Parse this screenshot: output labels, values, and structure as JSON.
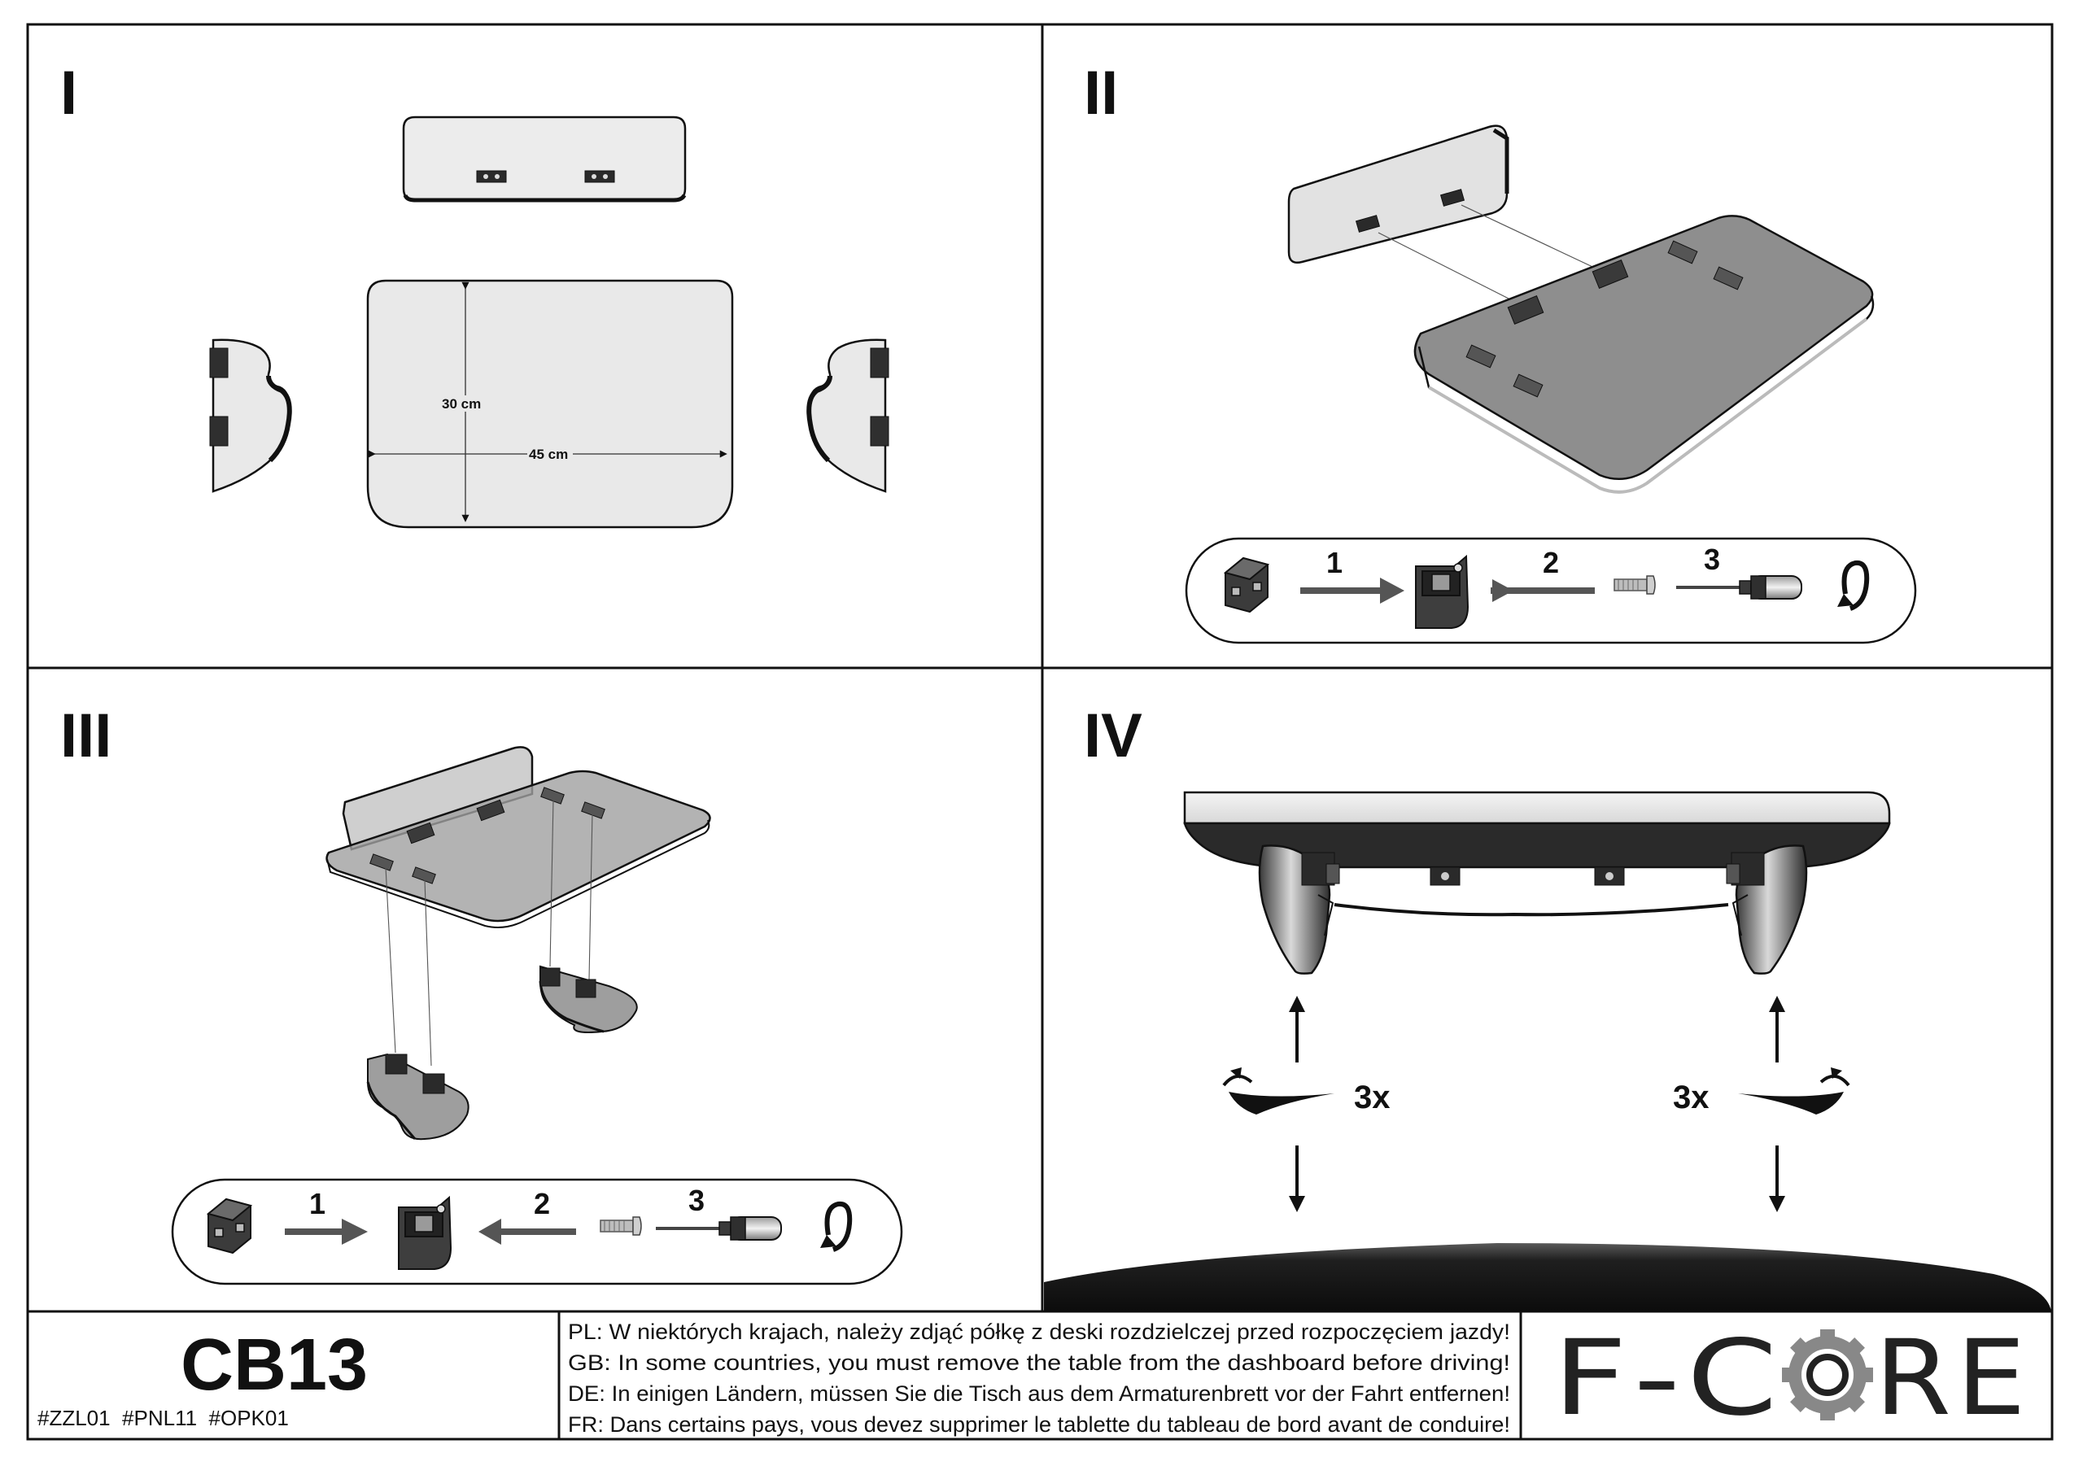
{
  "panels": {
    "p1": {
      "numeral": "I",
      "dimensions": {
        "height": "30 cm",
        "width": "45 cm"
      }
    },
    "p2": {
      "numeral": "II",
      "steps": [
        "1",
        "2",
        "3"
      ]
    },
    "p3": {
      "numeral": "III",
      "steps": [
        "1",
        "2",
        "3"
      ]
    },
    "p4": {
      "numeral": "IV",
      "turns_left": "3x",
      "turns_right": "3x"
    }
  },
  "footer": {
    "model": "CB13",
    "tags": "#ZZL01  #PNL11  #OPK01",
    "warnings": [
      "PL: W niektórych krajach, należy zdjąć półkę z deski rozdzielczej przed rozpoczęciem jazdy!",
      "GB: In some countries, you must remove the table from the dashboard before driving!",
      "DE: In einigen Ländern, müssen Sie die Tisch aus dem Armaturenbrett vor der Fahrt entfernen!",
      "FR: Dans certains pays, vous devez supprimer le tablette du tableau de bord avant de conduire!"
    ],
    "brand": {
      "left": "F-C",
      "right": "RE",
      "gear_icon": "gear-icon"
    }
  },
  "colors": {
    "line": "#111111",
    "panel_fill": "#e9e9e9",
    "glass_fill": "#8c8c8c",
    "dark_part": "#2a2a2a",
    "arrow": "#555555"
  }
}
